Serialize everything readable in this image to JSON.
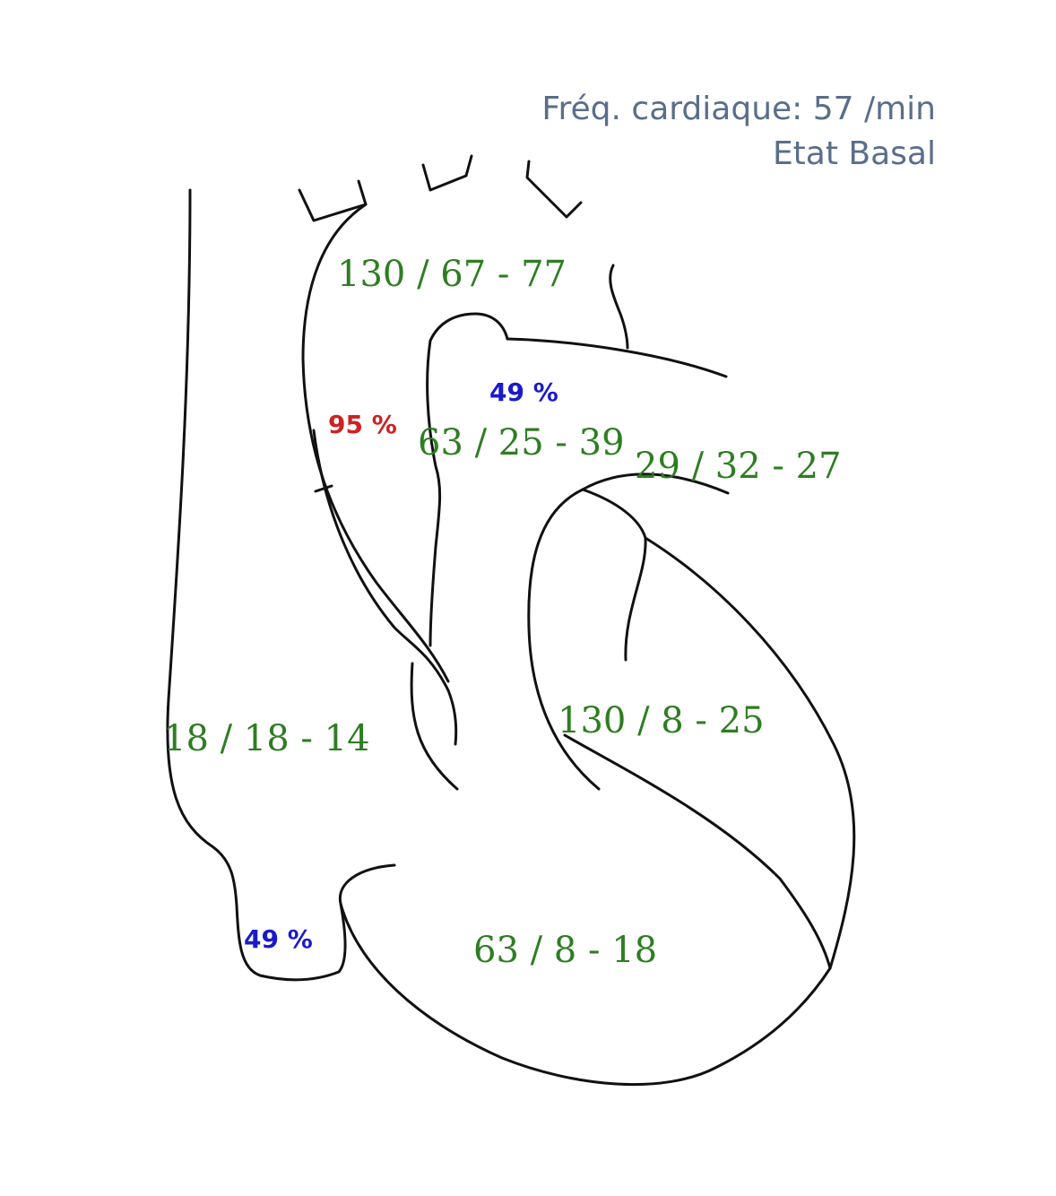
{
  "header": {
    "heart_rate": "Fréq. cardiaque: 57 /min",
    "state": "Etat Basal"
  },
  "colors": {
    "pressure": "#2e7d22",
    "saturation_oxygenated": "#cc2222",
    "saturation_deoxygenated": "#1a1acc",
    "header": "#5a6e8a",
    "outline": "#111111"
  },
  "pressures": {
    "aorta": "130 / 67 - 77",
    "pulmonary_artery": "63 / 25 - 39",
    "left_atrium": "29 / 32 - 27",
    "right_atrium": "18 / 18 - 14",
    "left_ventricle": "130 / 8 - 25",
    "right_ventricle": "63 / 8 - 18"
  },
  "saturations": {
    "aorta": "95 %",
    "pulmonary_artery": "49 %",
    "vena_cava": "49 %"
  }
}
